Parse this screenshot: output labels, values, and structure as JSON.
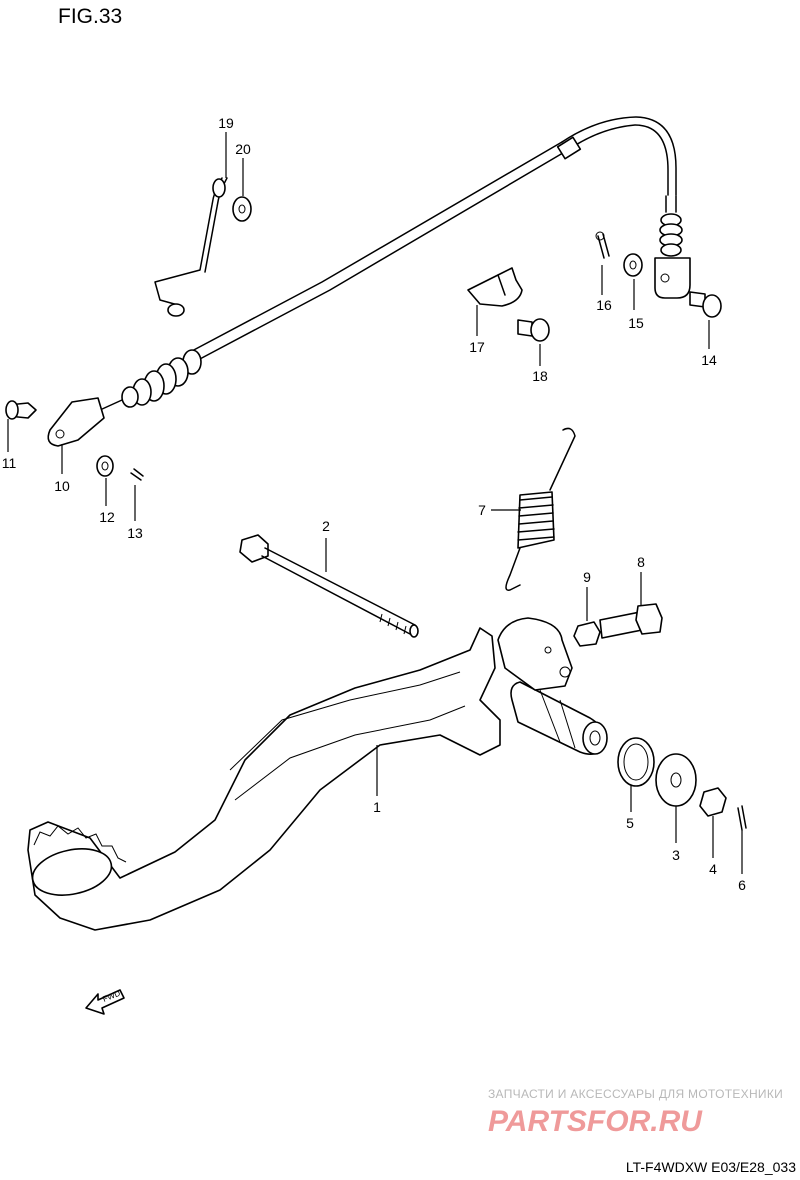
{
  "figure_title": "FIG.33",
  "footer_code": "LT-F4WDXW  E03/E28_033",
  "fwd_label": "FWD",
  "watermark": {
    "tagline": "ЗАПЧАСТИ И АКСЕССУАРЫ ДЛЯ МОТОТЕХНИКИ",
    "logo_text": "PARTSFOR.RU"
  },
  "callouts": {
    "p1": "1",
    "p2": "2",
    "p3": "3",
    "p4": "4",
    "p5": "5",
    "p6": "6",
    "p7": "7",
    "p8": "8",
    "p9": "9",
    "p10": "10",
    "p11": "11",
    "p12": "12",
    "p13": "13",
    "p14": "14",
    "p15": "15",
    "p16": "16",
    "p17": "17",
    "p18": "18",
    "p19": "19",
    "p20": "20"
  },
  "colors": {
    "line": "#000000",
    "background": "#ffffff",
    "watermark_logo": "#ef9a9a"
  }
}
